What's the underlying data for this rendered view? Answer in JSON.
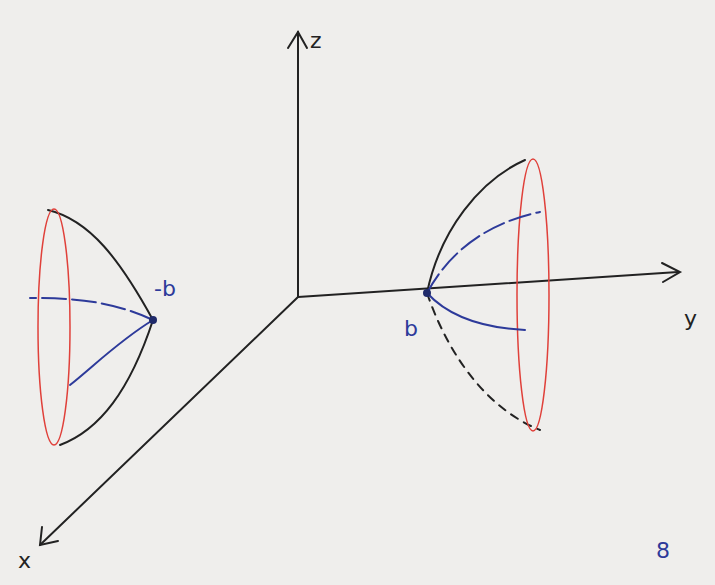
{
  "diagram": {
    "labels": [
      "z",
      "y",
      "x",
      "-b",
      "b",
      "8"
    ]
  }
}
